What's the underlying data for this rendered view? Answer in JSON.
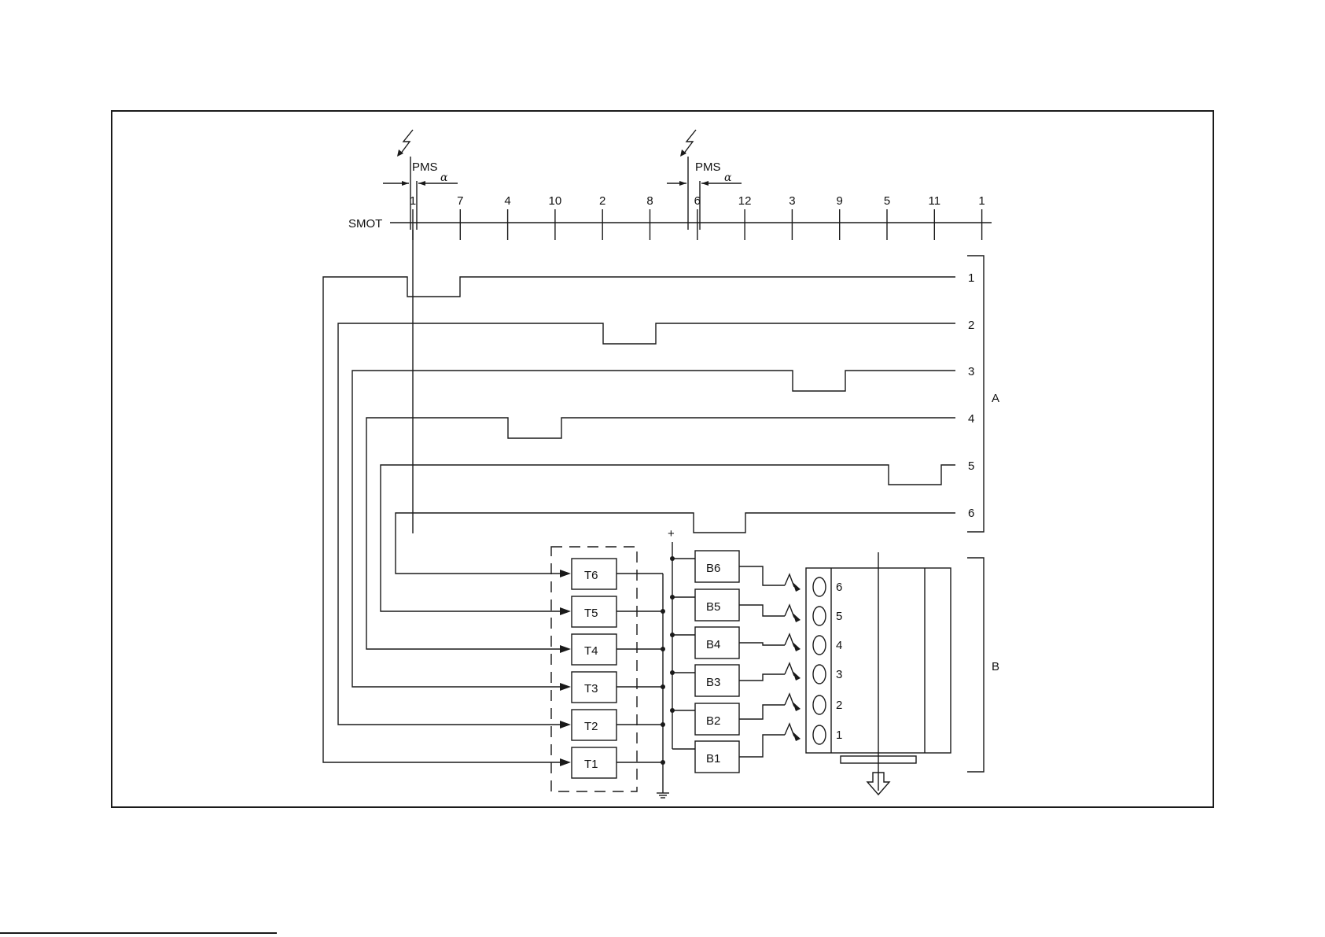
{
  "smot": {
    "label": "SMOT",
    "ticks": [
      "1",
      "7",
      "4",
      "10",
      "2",
      "8",
      "6",
      "12",
      "3",
      "9",
      "5",
      "11",
      "1"
    ],
    "markers": [
      {
        "label": "PMS",
        "angle_symbol": "α",
        "at_tick": "1"
      },
      {
        "label": "PMS",
        "angle_symbol": "α",
        "at_tick": "6"
      }
    ]
  },
  "signals": {
    "group_label": "A",
    "rows": [
      {
        "label": "1",
        "pulse_between_ticks": [
          "1",
          "7"
        ],
        "target": "T1"
      },
      {
        "label": "2",
        "pulse_between_ticks": [
          "2",
          "8"
        ],
        "target": "T2"
      },
      {
        "label": "3",
        "pulse_between_ticks": [
          "3",
          "9"
        ],
        "target": "T3"
      },
      {
        "label": "4",
        "pulse_between_ticks": [
          "4",
          "10"
        ],
        "target": "T4"
      },
      {
        "label": "5",
        "pulse_between_ticks": [
          "5",
          "11"
        ],
        "target": "T5"
      },
      {
        "label": "6",
        "pulse_between_ticks": [
          "6",
          "12"
        ],
        "target": "T6"
      }
    ]
  },
  "ignition": {
    "group_label": "B",
    "supply_symbol": "+",
    "transistors": [
      "T6",
      "T5",
      "T4",
      "T3",
      "T2",
      "T1"
    ],
    "coils": [
      "B6",
      "B5",
      "B4",
      "B3",
      "B2",
      "B1"
    ],
    "cylinders": [
      "6",
      "5",
      "4",
      "3",
      "2",
      "1"
    ]
  }
}
